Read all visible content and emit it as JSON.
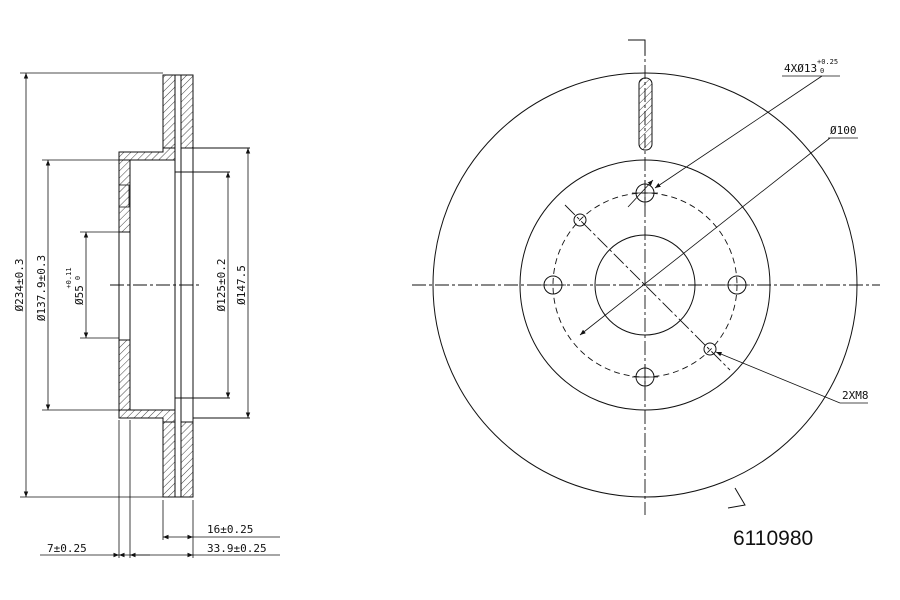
{
  "part_number": "6110980",
  "section_view": {
    "dim_outer_diameter": "Ø234±0.3",
    "dim_hat_diameter": "Ø137.9±0.3",
    "dim_center_bore": "Ø55",
    "dim_center_bore_tol": "+0.11",
    "dim_center_bore_tol_low": "0",
    "dim_inner_ring": "Ø125±0.2",
    "dim_hat_outer": "Ø147.5",
    "dim_thickness": "16±0.25",
    "dim_hub_thickness": "7±0.25",
    "dim_total_height": "33.9±0.25"
  },
  "front_view": {
    "dim_bolt_holes": "4XØ13",
    "dim_bolt_holes_tol": "+0.25",
    "dim_bolt_holes_tol_low": "0",
    "dim_pcd": "Ø100",
    "dim_threads": "2XM8"
  }
}
